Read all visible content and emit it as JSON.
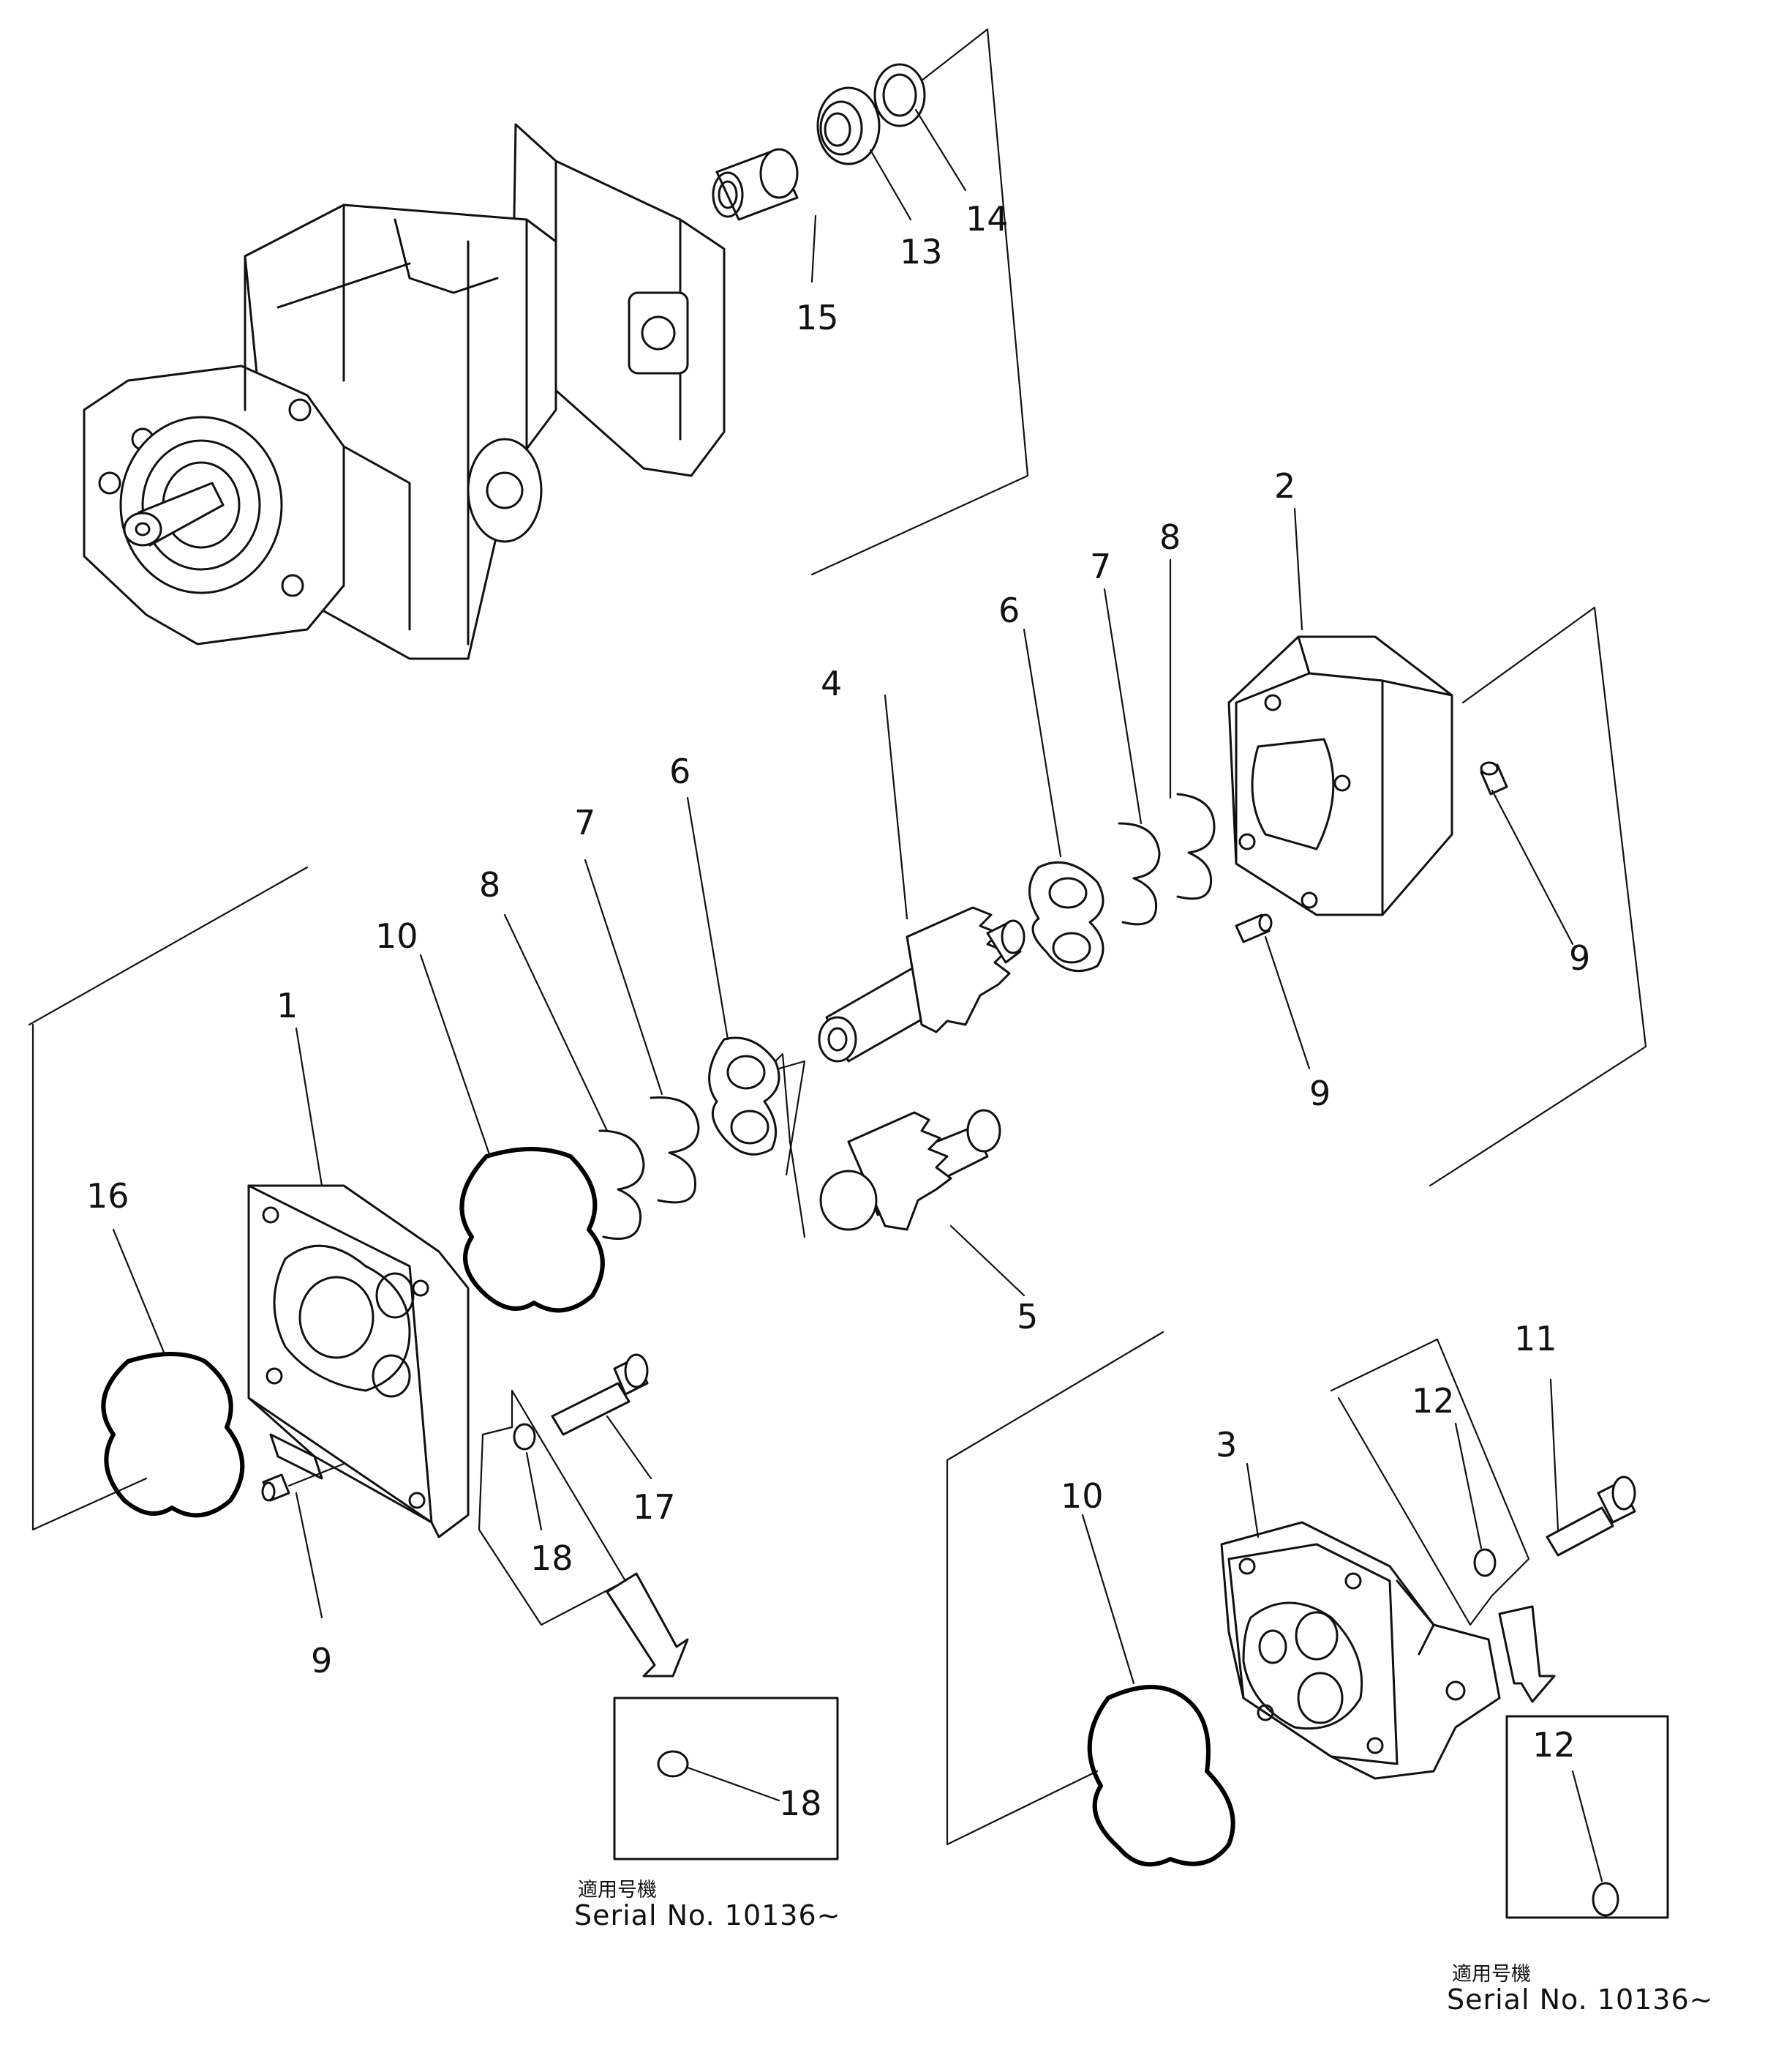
{
  "callouts": {
    "c1": "1",
    "c2": "2",
    "c3": "3",
    "c4": "4",
    "c5": "5",
    "c6a": "6",
    "c6b": "6",
    "c7a": "7",
    "c7b": "7",
    "c8a": "8",
    "c8b": "8",
    "c9a": "9",
    "c9b": "9",
    "c9c": "9",
    "c10a": "10",
    "c10b": "10",
    "c11": "11",
    "c12a": "12",
    "c12b": "12",
    "c13": "13",
    "c14": "14",
    "c15": "15",
    "c16": "16",
    "c17": "17",
    "c18a": "18",
    "c18b": "18"
  },
  "notes": {
    "left": {
      "applicability": "適用号機",
      "serial": "Serial No. 10136~"
    },
    "right": {
      "applicability": "適用号機",
      "serial": "Serial No. 10136~"
    }
  }
}
